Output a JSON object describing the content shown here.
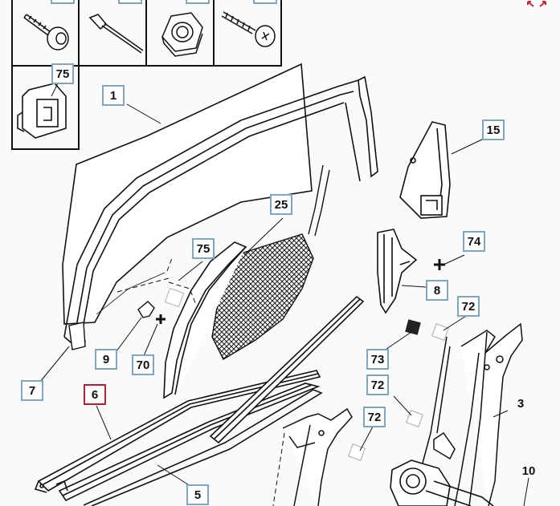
{
  "callouts": {
    "c1": "1",
    "c15": "15",
    "c75a": "75",
    "c25": "25",
    "c75b": "75",
    "c74": "74",
    "c8": "8",
    "c72a": "72",
    "c9": "9",
    "c70": "70",
    "c73": "73",
    "c72b": "72",
    "c3": "3",
    "c7": "7",
    "c6": "6",
    "c72c": "72",
    "c10": "10",
    "c5": "5"
  },
  "colors": {
    "callout_border": "#7fa6c1",
    "highlight_border": "#b22232",
    "expand_icon": "#c0283a"
  }
}
